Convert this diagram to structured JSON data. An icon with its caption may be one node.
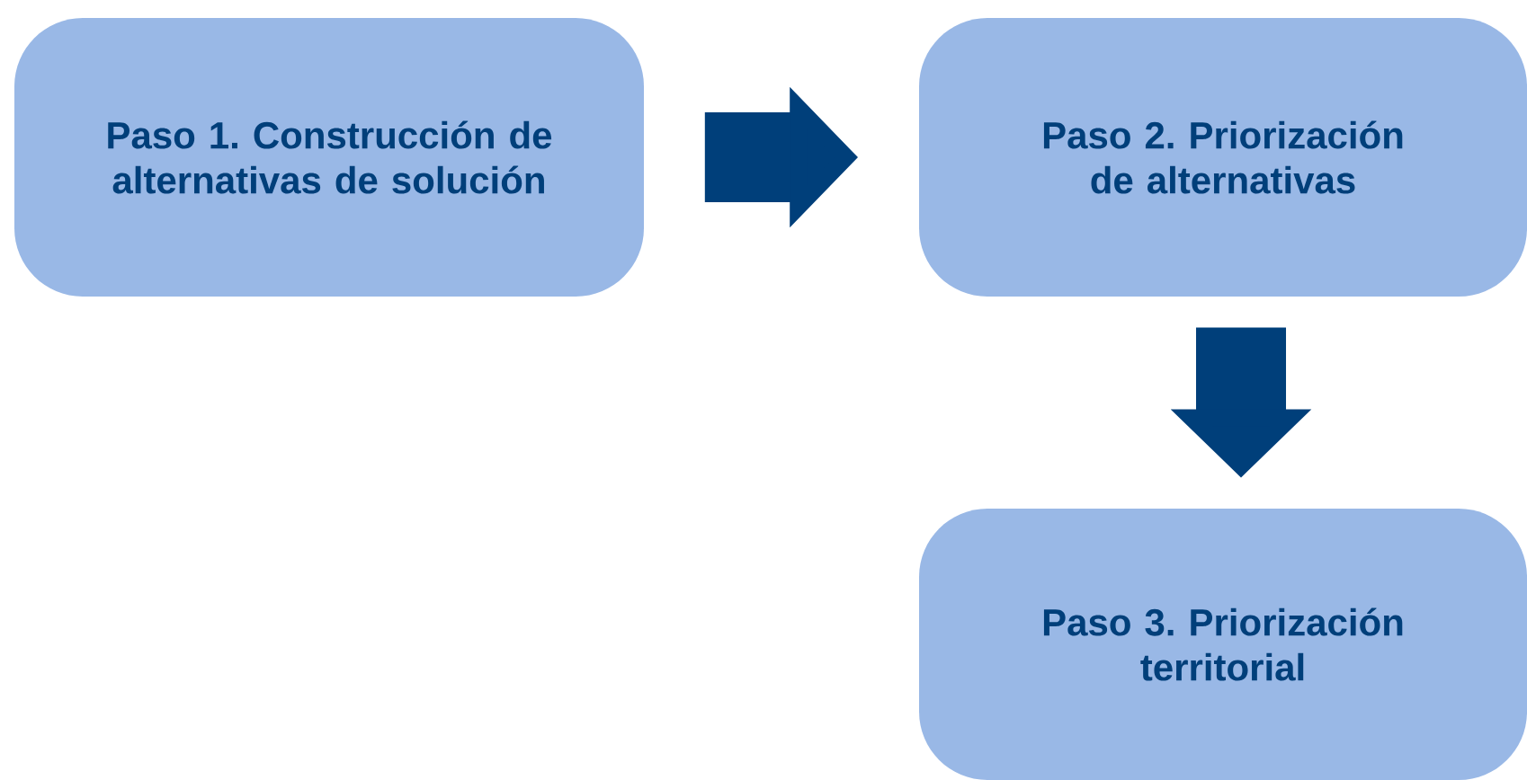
{
  "diagram": {
    "nodes": [
      {
        "text": [
          "Paso 1. Construcción de alternativas de solución"
        ]
      },
      {
        "text": [
          "Paso 2. Priorización de alternativas"
        ]
      },
      {
        "text": [
          "Paso 3. Priorización territorial"
        ]
      }
    ],
    "edges": [
      {
        "from": 0,
        "to": 1,
        "arrow": "to"
      },
      {
        "from": 1,
        "to": 2,
        "arrow": "to"
      }
    ]
  }
}
